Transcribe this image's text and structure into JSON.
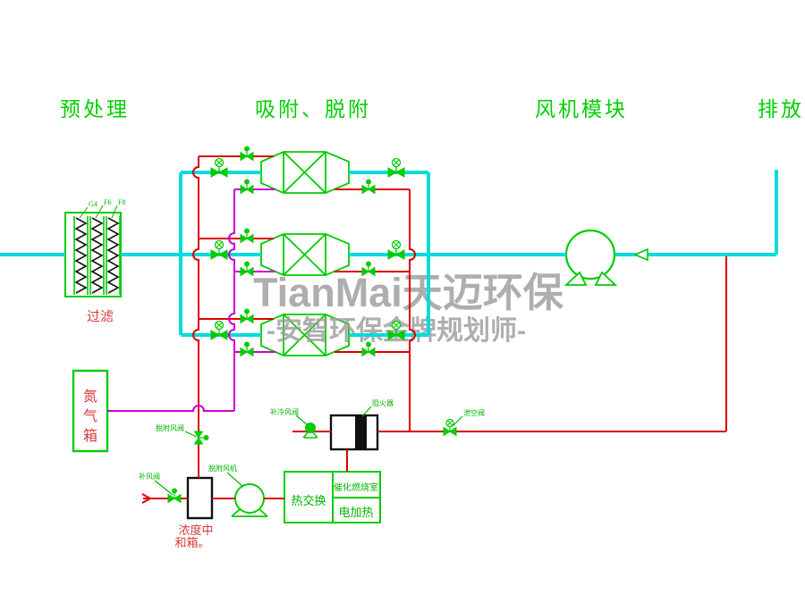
{
  "headers": {
    "pretreatment": "预处理",
    "adsorption": "吸附、脱附",
    "fan_module": "风机模块",
    "exhaust": "排放"
  },
  "filter": {
    "label": "过滤",
    "grades": [
      "G4",
      "F6",
      "F8"
    ]
  },
  "tanks": {
    "nitrogen_chars": [
      "氮",
      "气",
      "箱"
    ],
    "neutralization_line1": "浓度中",
    "neutralization_line2": "和箱。"
  },
  "equipment": {
    "heat_exchanger": "热交换",
    "catalytic_chamber": "催化燃烧室",
    "electric_heater": "电加热",
    "desorption_fan": "脱附风机",
    "flame_arrester": "阻火器"
  },
  "valve_labels": {
    "desorption_valve": "脱附风阀",
    "makeup_valve": "补风阀",
    "cold_air_valve": "补冷风阀",
    "vent_valve": "泄空阀"
  },
  "watermark": {
    "line1": "TianMai天迈环保",
    "line2": "-安智环保金牌规划师-"
  },
  "colors": {
    "pipe_cyan": "#00dcdc",
    "pipe_red": "#dd0000",
    "pipe_magenta": "#cc00cc",
    "symbol_green": "#00cc00",
    "header_green": "#00d000",
    "label_red": "#d43c3c",
    "watermark_gray": "#9b9b9b"
  }
}
